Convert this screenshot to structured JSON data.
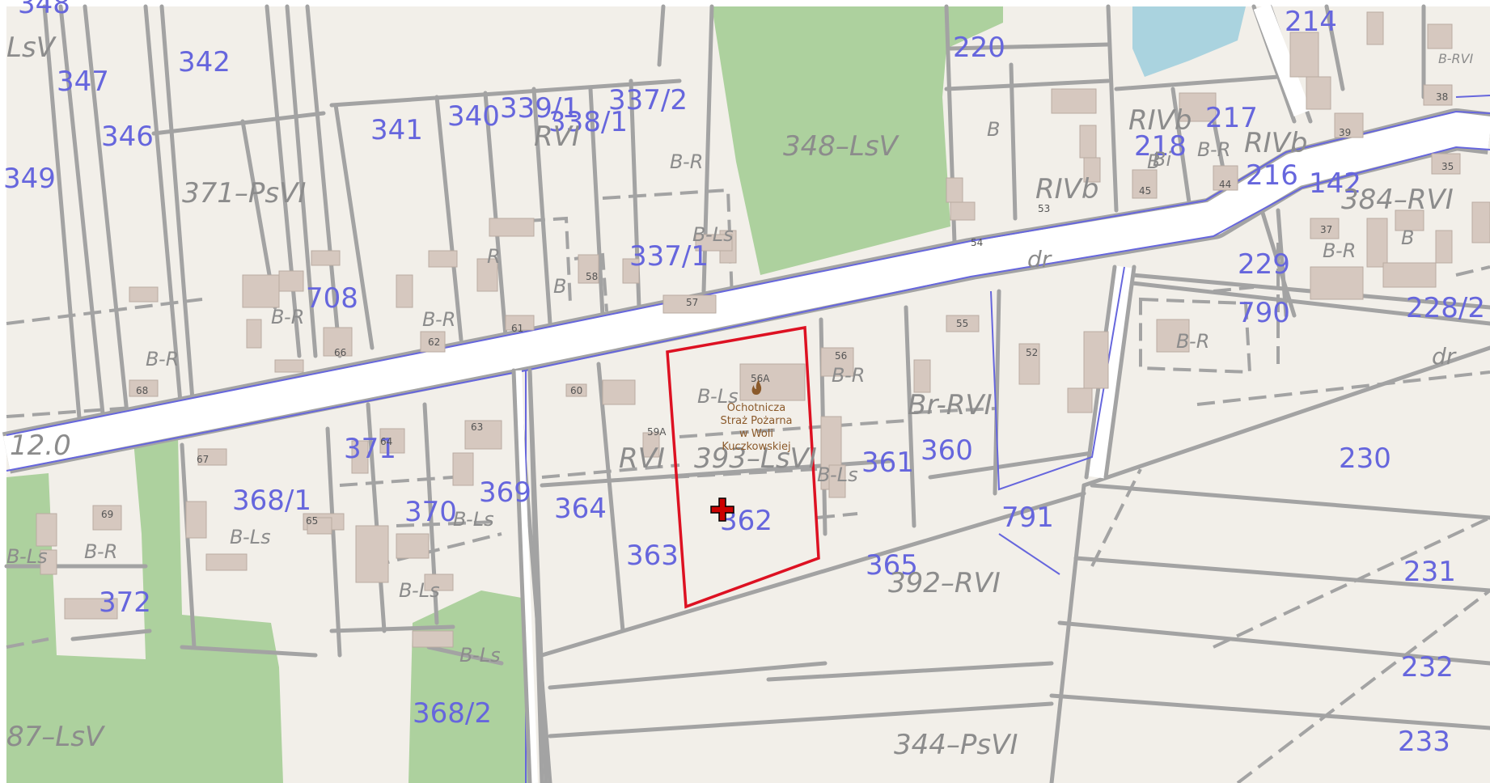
{
  "parcels": [
    "348",
    "342",
    "347",
    "346",
    "349",
    "341",
    "340",
    "339/1",
    "338/1",
    "337/2",
    "220",
    "214",
    "217",
    "218",
    "216",
    "142",
    "337/1",
    "708",
    "229",
    "790",
    "228/2",
    "371",
    "368/1",
    "370",
    "369",
    "364",
    "363",
    "362",
    "361",
    "360",
    "791",
    "230",
    "365",
    "372",
    "231",
    "368/2",
    "232",
    "233"
  ],
  "land_use": [
    "LsV",
    "371–PsVI",
    "348–LsV",
    "B-R",
    "B-R",
    "B-R",
    "B-R",
    "B-R",
    "B-R",
    "B-R",
    "B-R",
    "B-R",
    "B-Ls",
    "B-Ls",
    "B-Ls",
    "B-Ls",
    "B-Ls",
    "B-Ls",
    "B-Ls",
    "B-Ls",
    "RVI",
    "RVI",
    "RIVb",
    "RIVb",
    "RIVb",
    "B-RVI",
    "384–RVI",
    "Br-RVI",
    "393–LsVI",
    "392–RVI",
    "344–PsVI",
    "87–LsV",
    "R",
    "B",
    "B",
    "B",
    "B",
    "dr",
    "dr",
    "12.0",
    "Bi"
  ],
  "house_numbers": [
    "38",
    "39",
    "35",
    "37",
    "45",
    "44",
    "53",
    "54",
    "56",
    "55",
    "52",
    "57",
    "58",
    "61",
    "62",
    "66",
    "68",
    "60",
    "63",
    "64",
    "59A",
    "67",
    "69",
    "65",
    "56A"
  ],
  "poi": {
    "name_lines": [
      "Ochotnicza",
      "Straż Pożarna",
      "w Woli",
      "Kuczkowskiej"
    ],
    "icon": "fire-station-icon"
  },
  "marker": {
    "icon": "crosshair-marker-icon",
    "color": "#cc0000"
  },
  "selection": {
    "parcel": "362",
    "color": "#dd1122"
  },
  "colors": {
    "background": "#f2efe9",
    "forest": "#add19e",
    "water": "#aad3df",
    "road": "#ffffff",
    "road_edge": "#a3a3a3",
    "parcel_boundary": "#a3a3a3",
    "parcel_label": "#6666dd",
    "building": "#d6c8bf"
  }
}
